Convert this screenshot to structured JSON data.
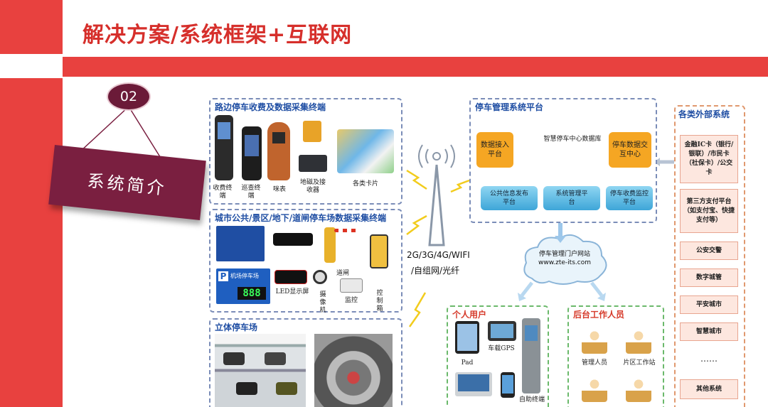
{
  "slide": {
    "title": "解决方案/系统框架+互联网",
    "badge_number": "02",
    "sign_label": "系统简介"
  },
  "panels": {
    "roadside": {
      "title": "路边停车收费及数据采集终端",
      "devices": [
        "收费终端",
        "巡查终端",
        "咪表",
        "地磁及接收器",
        "各类卡片"
      ]
    },
    "city_parking": {
      "title": "城市公共/景区/地下/道闸停车场数据采集终端",
      "devices": [
        "LED显示屏",
        "摄像机",
        "道闸",
        "监控",
        "控制箱"
      ],
      "sign_text": "机场停车场",
      "sign_digits": "888"
    },
    "stereo": {
      "title": "立体停车场"
    },
    "platform": {
      "title": "停车管理系统平台",
      "data_access": "数据接入平台",
      "database": "智慧停车中心数据库",
      "data_exchange": "停车数据交互中心",
      "bottom": [
        "公共信息发布平台",
        "系统管理平台",
        "停车收费监控平台"
      ]
    },
    "portal": {
      "name": "停车管理门户网站",
      "url": "www.zte-its.com"
    },
    "network_label": "2G/3G/4G/WIFI",
    "network_label2": "/自组网/光纤",
    "personal_users": {
      "title": "个人用户",
      "devices": [
        "Pad",
        "车载GPS",
        "自助终端"
      ]
    },
    "back_office": {
      "title": "后台工作人员",
      "roles": [
        "管理人员",
        "片区工作站"
      ]
    },
    "external": {
      "title": "各类外部系统",
      "items": [
        "金融IC卡（银行/银联）/市民卡（社保卡）/公交卡",
        "第三方支付平台（如支付宝、快捷支付等）",
        "公安交警",
        "数字城管",
        "平安城市",
        "智慧城市",
        "……",
        "其他系统"
      ]
    }
  },
  "colors": {
    "red": "#e8413f",
    "title_red": "#d62f2b",
    "maroon": "#7a1f40",
    "panel_blue": "#7b8db8",
    "panel_green": "#6bb96b",
    "panel_orange": "#e0986e",
    "box_orange": "#f5a623",
    "box_blue": "#3ea6d8"
  }
}
